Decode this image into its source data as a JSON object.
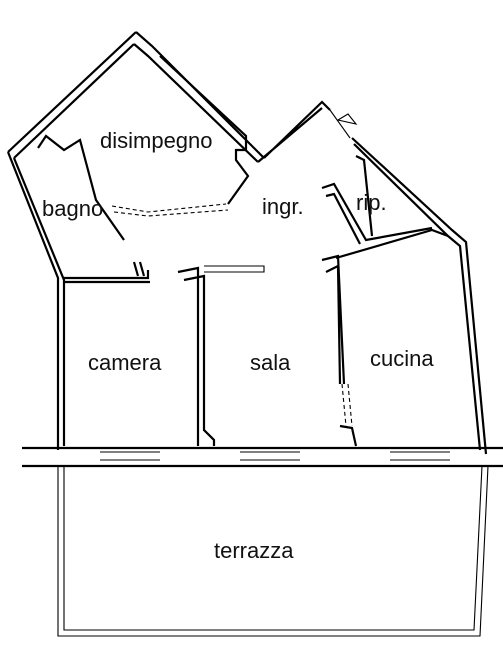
{
  "rooms": {
    "disimpegno": "disimpegno",
    "bagno": "bagno",
    "ingresso": "ingr.",
    "ripostiglio": "rip.",
    "camera": "camera",
    "sala": "sala",
    "cucina": "cucina",
    "terrazza": "terrazza"
  }
}
